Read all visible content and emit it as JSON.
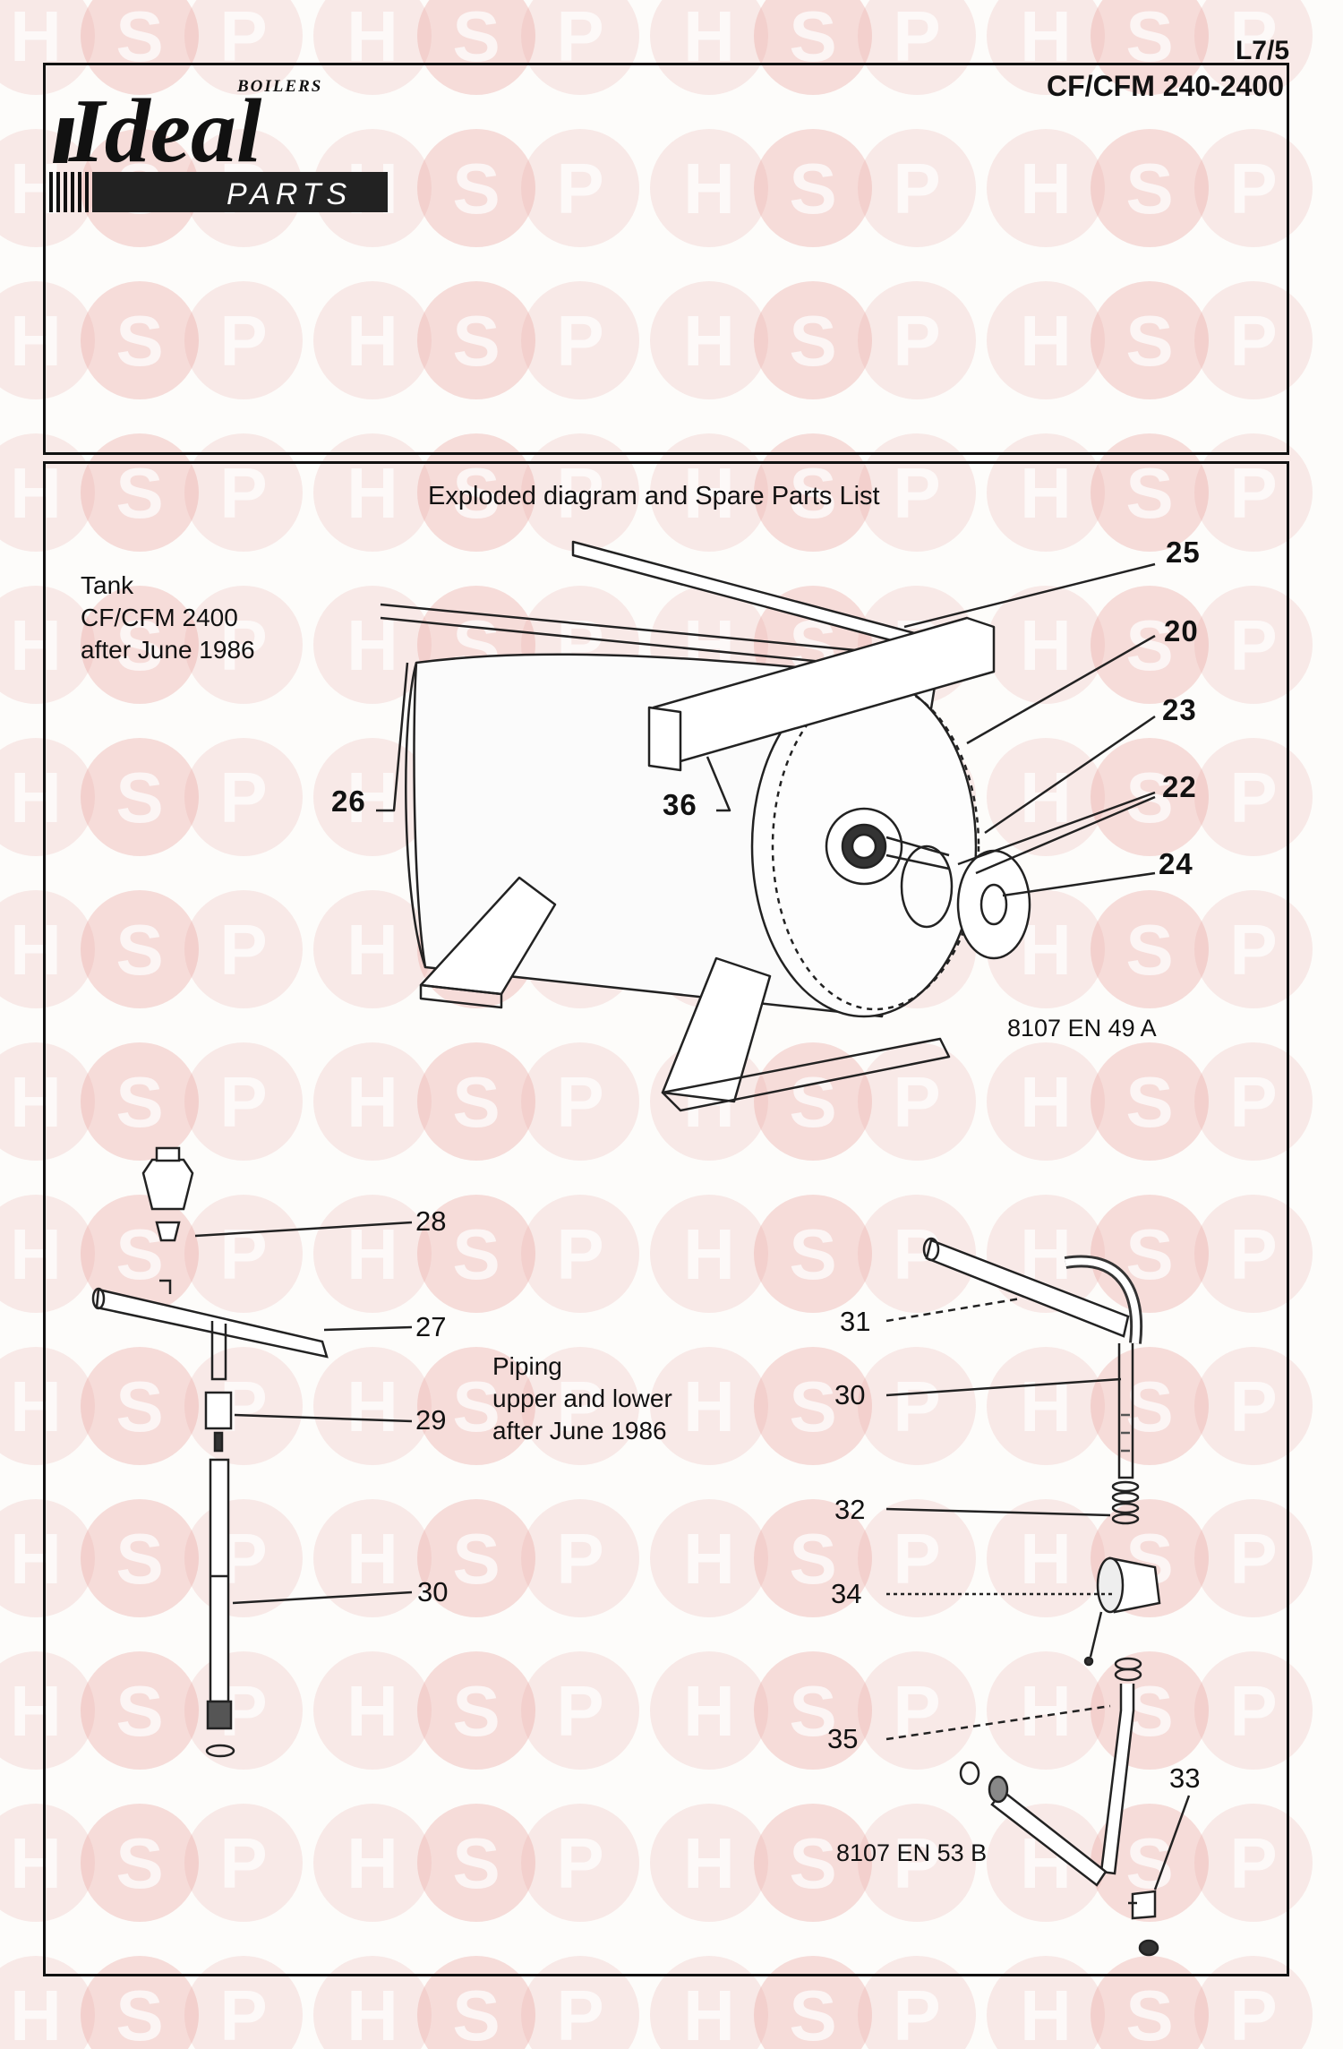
{
  "header": {
    "page_ref": "L7/5",
    "model_ref": "CF/CFM 240-2400",
    "logo": {
      "small_text": "BOILERS",
      "brand": "Ideal",
      "sub": "PARTS"
    }
  },
  "watermark": {
    "letters": [
      "H",
      "S",
      "P"
    ],
    "color": "#e9a8a4"
  },
  "main": {
    "title": "Exploded diagram and Spare Parts List",
    "tank_section": {
      "caption": [
        "Tank",
        "CF/CFM 2400",
        "after June 1986"
      ],
      "ref_code": "8107 EN 49 A",
      "callouts": [
        "25",
        "20",
        "23",
        "22",
        "24",
        "26",
        "36"
      ]
    },
    "piping_section": {
      "caption": [
        "Piping",
        "upper and lower",
        "after June 1986"
      ],
      "ref_code": "8107 EN 53 B",
      "left_callouts": [
        "28",
        "27",
        "29",
        "30"
      ],
      "right_callouts": [
        "31",
        "30",
        "32",
        "34",
        "35",
        "33"
      ]
    }
  }
}
